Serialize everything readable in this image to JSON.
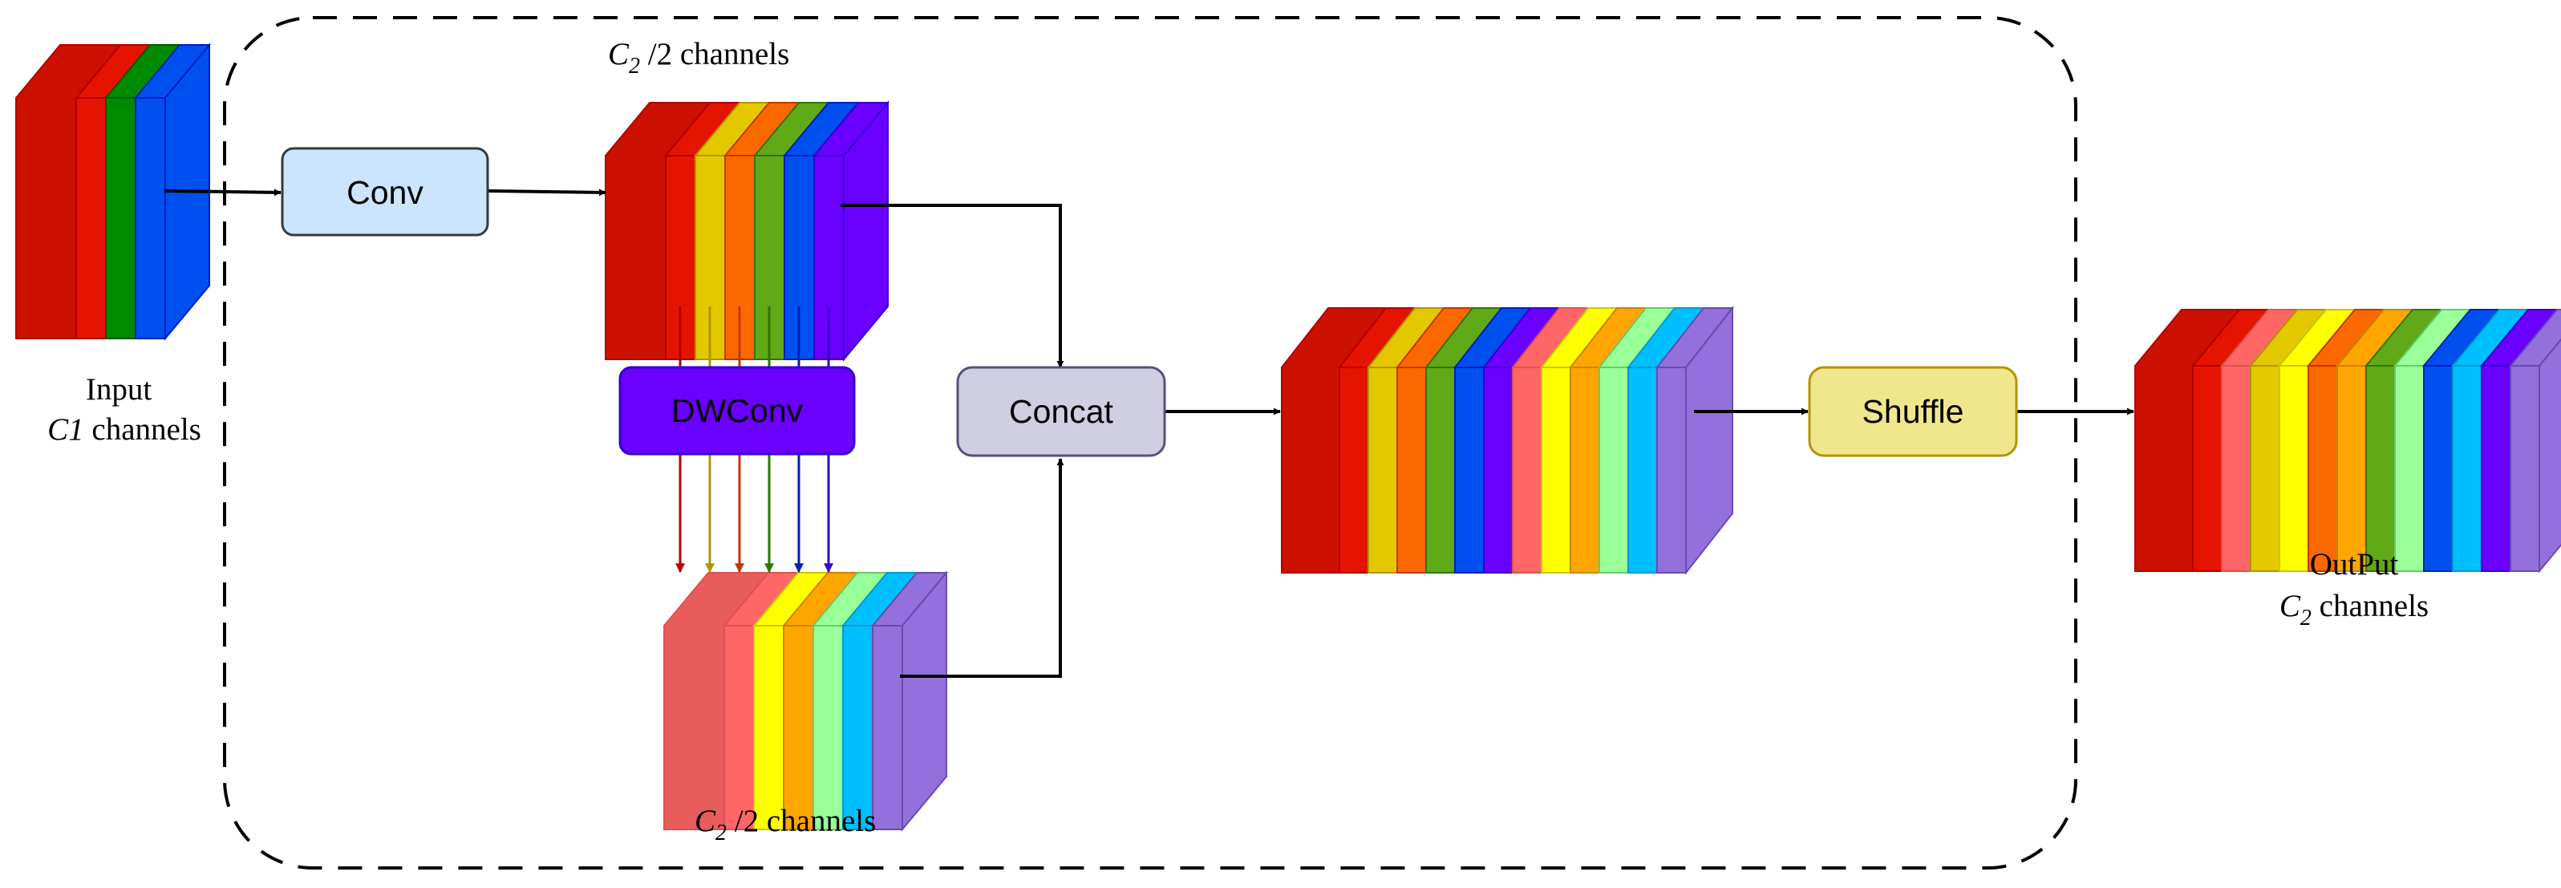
{
  "nodes": {
    "conv": {
      "label": "Conv",
      "fill": "#cce5ff",
      "stroke": "#36393d"
    },
    "dwconv": {
      "label": "DWConv",
      "fill": "#6a00ff",
      "stroke": "#3700cc"
    },
    "concat": {
      "label": "Concat",
      "fill": "#d0cee2",
      "stroke": "#56517e"
    },
    "shuffle": {
      "label": "Shuffle",
      "fill": "#f0e68c",
      "stroke": "#b09500"
    }
  },
  "labels": {
    "input_line1": "Input",
    "input_line2_var": "C1",
    "input_line2_rest": " channels",
    "top_var": "C",
    "top_sub": "2",
    "top_rest": " /2 channels",
    "bottom_var": "C",
    "bottom_sub": "2",
    "bottom_rest": " /2 channels",
    "output_line1": "OutPut",
    "output_var": "C",
    "output_sub": "2",
    "output_rest": "  channels"
  },
  "tensors": {
    "input": {
      "front": "#cc1100",
      "slices": [
        {
          "fill": "#e51400",
          "stroke": "#b20000"
        },
        {
          "fill": "#008a00",
          "stroke": "#005700"
        },
        {
          "fill": "#0050ef",
          "stroke": "#001dbc"
        }
      ]
    },
    "conv_out": {
      "front": "#cc1100",
      "slices": [
        {
          "fill": "#e51400",
          "stroke": "#b20000"
        },
        {
          "fill": "#e3c800",
          "stroke": "#b09500"
        },
        {
          "fill": "#fa6800",
          "stroke": "#c73500"
        },
        {
          "fill": "#60a917",
          "stroke": "#2d7600"
        },
        {
          "fill": "#0050ef",
          "stroke": "#001dbc"
        },
        {
          "fill": "#6a00ff",
          "stroke": "#3700cc"
        }
      ]
    },
    "dw_out": {
      "front": "#e85c5c",
      "slices": [
        {
          "fill": "#ff6666",
          "stroke": "#e05050"
        },
        {
          "fill": "#ffff00",
          "stroke": "#c8c800"
        },
        {
          "fill": "#ffa500",
          "stroke": "#cc8400"
        },
        {
          "fill": "#99ff99",
          "stroke": "#66cc66"
        },
        {
          "fill": "#00bfff",
          "stroke": "#0099cc"
        },
        {
          "fill": "#9370db",
          "stroke": "#6a4ab0"
        }
      ]
    },
    "concat_out": {
      "front": "#cc1100",
      "slices": [
        {
          "fill": "#e51400",
          "stroke": "#b20000"
        },
        {
          "fill": "#e3c800",
          "stroke": "#b09500"
        },
        {
          "fill": "#fa6800",
          "stroke": "#c73500"
        },
        {
          "fill": "#60a917",
          "stroke": "#2d7600"
        },
        {
          "fill": "#0050ef",
          "stroke": "#001dbc"
        },
        {
          "fill": "#6a00ff",
          "stroke": "#3700cc"
        },
        {
          "fill": "#ff6666",
          "stroke": "#e05050"
        },
        {
          "fill": "#ffff00",
          "stroke": "#c8c800"
        },
        {
          "fill": "#ffa500",
          "stroke": "#cc8400"
        },
        {
          "fill": "#99ff99",
          "stroke": "#66cc66"
        },
        {
          "fill": "#00bfff",
          "stroke": "#0099cc"
        },
        {
          "fill": "#9370db",
          "stroke": "#6a4ab0"
        }
      ]
    },
    "output": {
      "front": "#cc1100",
      "slices": [
        {
          "fill": "#e51400",
          "stroke": "#b20000"
        },
        {
          "fill": "#ff6666",
          "stroke": "#e05050"
        },
        {
          "fill": "#e3c800",
          "stroke": "#b09500"
        },
        {
          "fill": "#ffff00",
          "stroke": "#c8c800"
        },
        {
          "fill": "#fa6800",
          "stroke": "#c73500"
        },
        {
          "fill": "#ffa500",
          "stroke": "#cc8400"
        },
        {
          "fill": "#60a917",
          "stroke": "#2d7600"
        },
        {
          "fill": "#99ff99",
          "stroke": "#66cc66"
        },
        {
          "fill": "#0050ef",
          "stroke": "#001dbc"
        },
        {
          "fill": "#00bfff",
          "stroke": "#0099cc"
        },
        {
          "fill": "#6a00ff",
          "stroke": "#3700cc"
        },
        {
          "fill": "#9370db",
          "stroke": "#6a4ab0"
        }
      ]
    }
  },
  "dw_lines": [
    "#b20000",
    "#b09500",
    "#c73500",
    "#2d7600",
    "#001dbc",
    "#3700cc"
  ]
}
